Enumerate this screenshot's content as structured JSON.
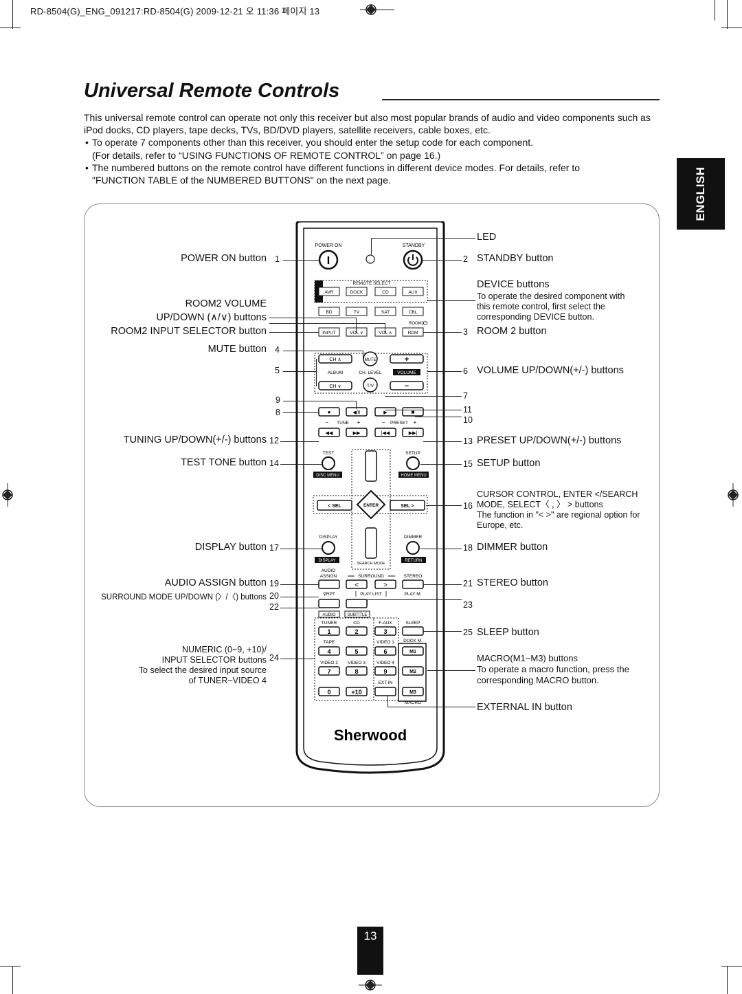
{
  "header": {
    "filename": "RD-8504(G)_ENG_091217:RD-8504(G)  2009-12-21  오   11:36  페이지 13"
  },
  "page_title": "Universal Remote Controls",
  "intro": {
    "p1": "This universal remote control can operate not only this receiver but also most popular brands of audio and video components such as iPod docks, CD players, tape decks, TVs, BD/DVD players, satellite receivers, cable boxes, etc.",
    "b1_line1": "To operate 7 components other than this receiver, you should enter the setup code for each component.",
    "b1_line2": "(For details, refer to “USING FUNCTIONS OF REMOTE CONTROL” on page 16.)",
    "b2_line1": "The numbered buttons on the remote control have different functions in different device modes. For details, refer to",
    "b2_line2": "\"FUNCTION TABLE of the NUMBERED BUTTONS\" on the next page."
  },
  "side_tab": "ENGLISH",
  "left_labels": {
    "power_on": "POWER ON button",
    "room2_vol_1": "ROOM2 VOLUME",
    "room2_vol_2": "UP/DOWN (∧/∨) buttons",
    "room2_input": "ROOM2 INPUT SELECTOR button",
    "mute": "MUTE button",
    "tuning": "TUNING UP/DOWN(+/-) buttons",
    "test_tone": "TEST TONE button",
    "display": "DISPLAY button",
    "audio_assign": "AUDIO ASSIGN button",
    "surround": "SURROUND MODE UP/DOWN (〉/〈) buttons",
    "numeric_1": "NUMERIC (0~9, +10)/",
    "numeric_2": "INPUT SELECTOR buttons",
    "numeric_3": "To select the desired input source",
    "numeric_4": "of TUNER~VIDEO 4"
  },
  "left_numbers": {
    "n1": "1",
    "n4": "4",
    "n5": "5",
    "n9": "9",
    "n8": "8",
    "n12": "12",
    "n14": "14",
    "n17": "17",
    "n19": "19",
    "n20": "20",
    "n22": "22",
    "n24": "24"
  },
  "right_labels": {
    "led": "LED",
    "standby": "STANDBY button",
    "device": "DEVICE buttons",
    "device_d1": "To operate the desired component with",
    "device_d2": "this remote control, first select the",
    "device_d3": "corresponding DEVICE button.",
    "room2": "ROOM 2 button",
    "volume": "VOLUME UP/DOWN(+/-) buttons",
    "preset": "PRESET UP/DOWN(+/-) buttons",
    "setup": "SETUP button",
    "cursor_1": "CURSOR CONTROL, ENTER </SEARCH",
    "cursor_2": "MODE, SELECT〈 , 〉 >  buttons",
    "cursor_3": "The function in \"< >\" are regional option for",
    "cursor_4": "Europe, etc.",
    "dimmer": "DIMMER button",
    "stereo": "STEREO button",
    "sleep": "SLEEP button",
    "macro": "MACRO(M1~M3) buttons",
    "macro_d1": "To operate a macro function, press the",
    "macro_d2": "corresponding MACRO button.",
    "external": "EXTERNAL IN button"
  },
  "right_numbers": {
    "n2": "2",
    "n3": "3",
    "n6": "6",
    "n7": "7",
    "n11": "11",
    "n10": "10",
    "n13": "13",
    "n15": "15",
    "n16": "16",
    "n18": "18",
    "n21": "21",
    "n23": "23",
    "n25": "25"
  },
  "remote": {
    "power_on": "POWER ON",
    "standby": "STANDBY",
    "power_glyph": "I",
    "remote_select": "REMOTE SELECT",
    "avr": "AVR",
    "dock": "DOCK",
    "cd": "CD",
    "aux": "AUX",
    "bd": "BD",
    "tv": "TV",
    "sat": "SAT",
    "cbl": "CBL",
    "room2": "ROOM2",
    "input": "INPUT",
    "vol_down": "VOL ∨",
    "vol_up": "VOL ∧",
    "rdm": "RDM",
    "ch_up": "CH ∧",
    "mute": "MUTE",
    "plus": "+",
    "album": "ALBUM",
    "ch_level": "CH. LEVEL",
    "volume": "VOLUME",
    "ch_down": "CH ∨",
    "tv_av": "T/V",
    "minus": "−",
    "rec": "●",
    "play_pause": "◀/II",
    "play": "▶",
    "stop": "■",
    "tune": "TUNE",
    "preset": "PRESET",
    "tune_minus": "−",
    "tune_plus": "+",
    "preset_minus": "−",
    "preset_plus": "+",
    "rew": "◀◀",
    "ffw": "▶▶",
    "prev": "|◀◀",
    "next": "▶▶|",
    "test": "TEST",
    "setup": "SETUP",
    "disc_menu": "DISC MENU",
    "home_menu": "HOME MENU",
    "sel_left": "< SEL",
    "enter": "ENTER",
    "sel_right": "SEL >",
    "display": "DISPLAY",
    "dimmer": "DIMMER",
    "display_key": "DISPLAY",
    "search_mode": "SEARCH MODE",
    "return": "RETURN",
    "audio": "AUDIO",
    "assign": "ASSIGN",
    "surround": "SURROUND",
    "stereo": "STEREO",
    "surr_left": "<",
    "surr_right": ">",
    "rpt": "RPT",
    "play_list": "PLAY LIST",
    "play_m": "PLAY M.",
    "audio_key": "AUDIO",
    "subtitle": "SUBTITLE",
    "tuner": "TUNER",
    "cd2": "CD",
    "f_aux": "F-AUX",
    "sleep": "SLEEP",
    "k1": "1",
    "k2": "2",
    "k3": "3",
    "tape": "TAPE",
    "video1": "VIDEO 1",
    "dock_m": "DOCK M.",
    "k4": "4",
    "k5": "5",
    "k6": "6",
    "m1": "M1",
    "video2": "VIDEO 2",
    "video3": "VIDEO 3",
    "video4": "VIDEO 4",
    "k7": "7",
    "k8": "8",
    "k9": "9",
    "m2": "M2",
    "ext_in": "EXT IN",
    "k0": "0",
    "k10": "+10",
    "m3": "M3",
    "macro": "MACRO",
    "brand": "Sherwood"
  },
  "page_number": "13"
}
